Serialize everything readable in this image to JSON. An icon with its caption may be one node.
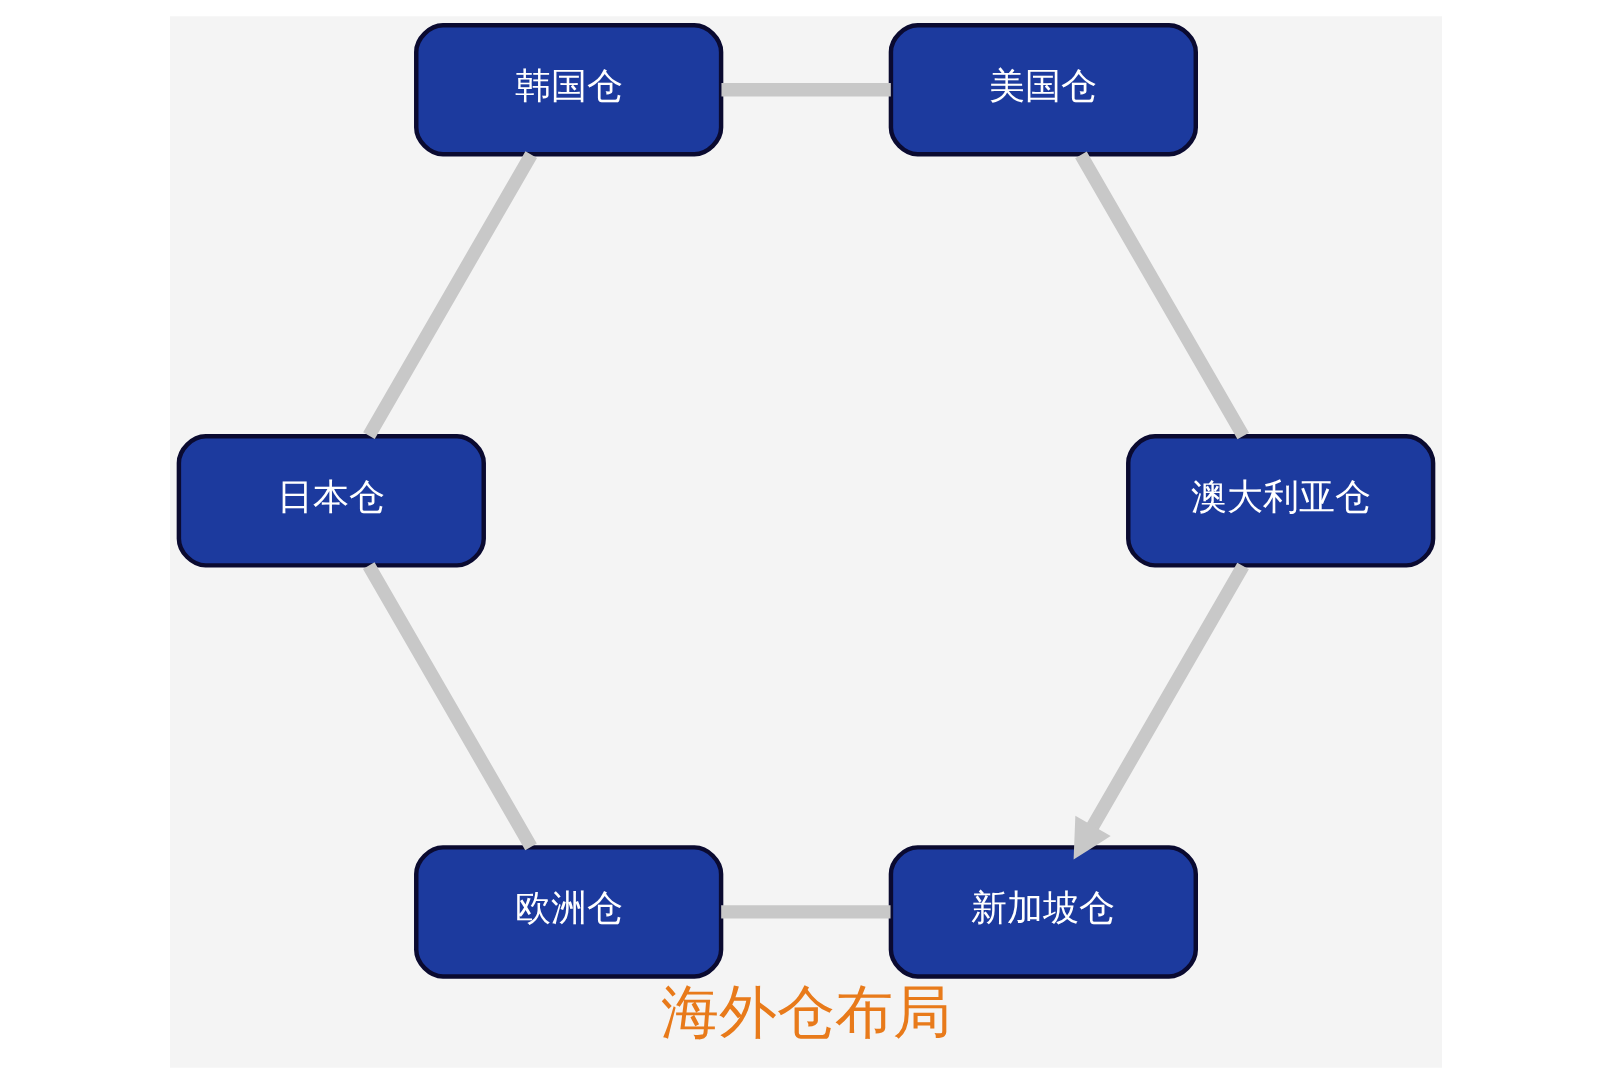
{
  "diagram": {
    "title": "海外仓布局",
    "nodes": [
      {
        "text": [
          "新加坡仓"
        ]
      },
      {
        "text": [
          "欧洲仓"
        ]
      },
      {
        "text": [
          "日本仓"
        ]
      },
      {
        "text": [
          "韩国仓"
        ]
      },
      {
        "text": [
          "美国仓"
        ]
      },
      {
        "text": [
          "澳大利亚仓"
        ]
      }
    ],
    "edges": [
      {
        "from": 0,
        "to": 1,
        "arrow": "none"
      },
      {
        "from": 1,
        "to": 2,
        "arrow": "none"
      },
      {
        "from": 2,
        "to": 3,
        "arrow": "none"
      },
      {
        "from": 3,
        "to": 4,
        "arrow": "none"
      },
      {
        "from": 4,
        "to": 5,
        "arrow": "none"
      },
      {
        "from": 5,
        "to": 0,
        "arrow": "to"
      }
    ]
  }
}
